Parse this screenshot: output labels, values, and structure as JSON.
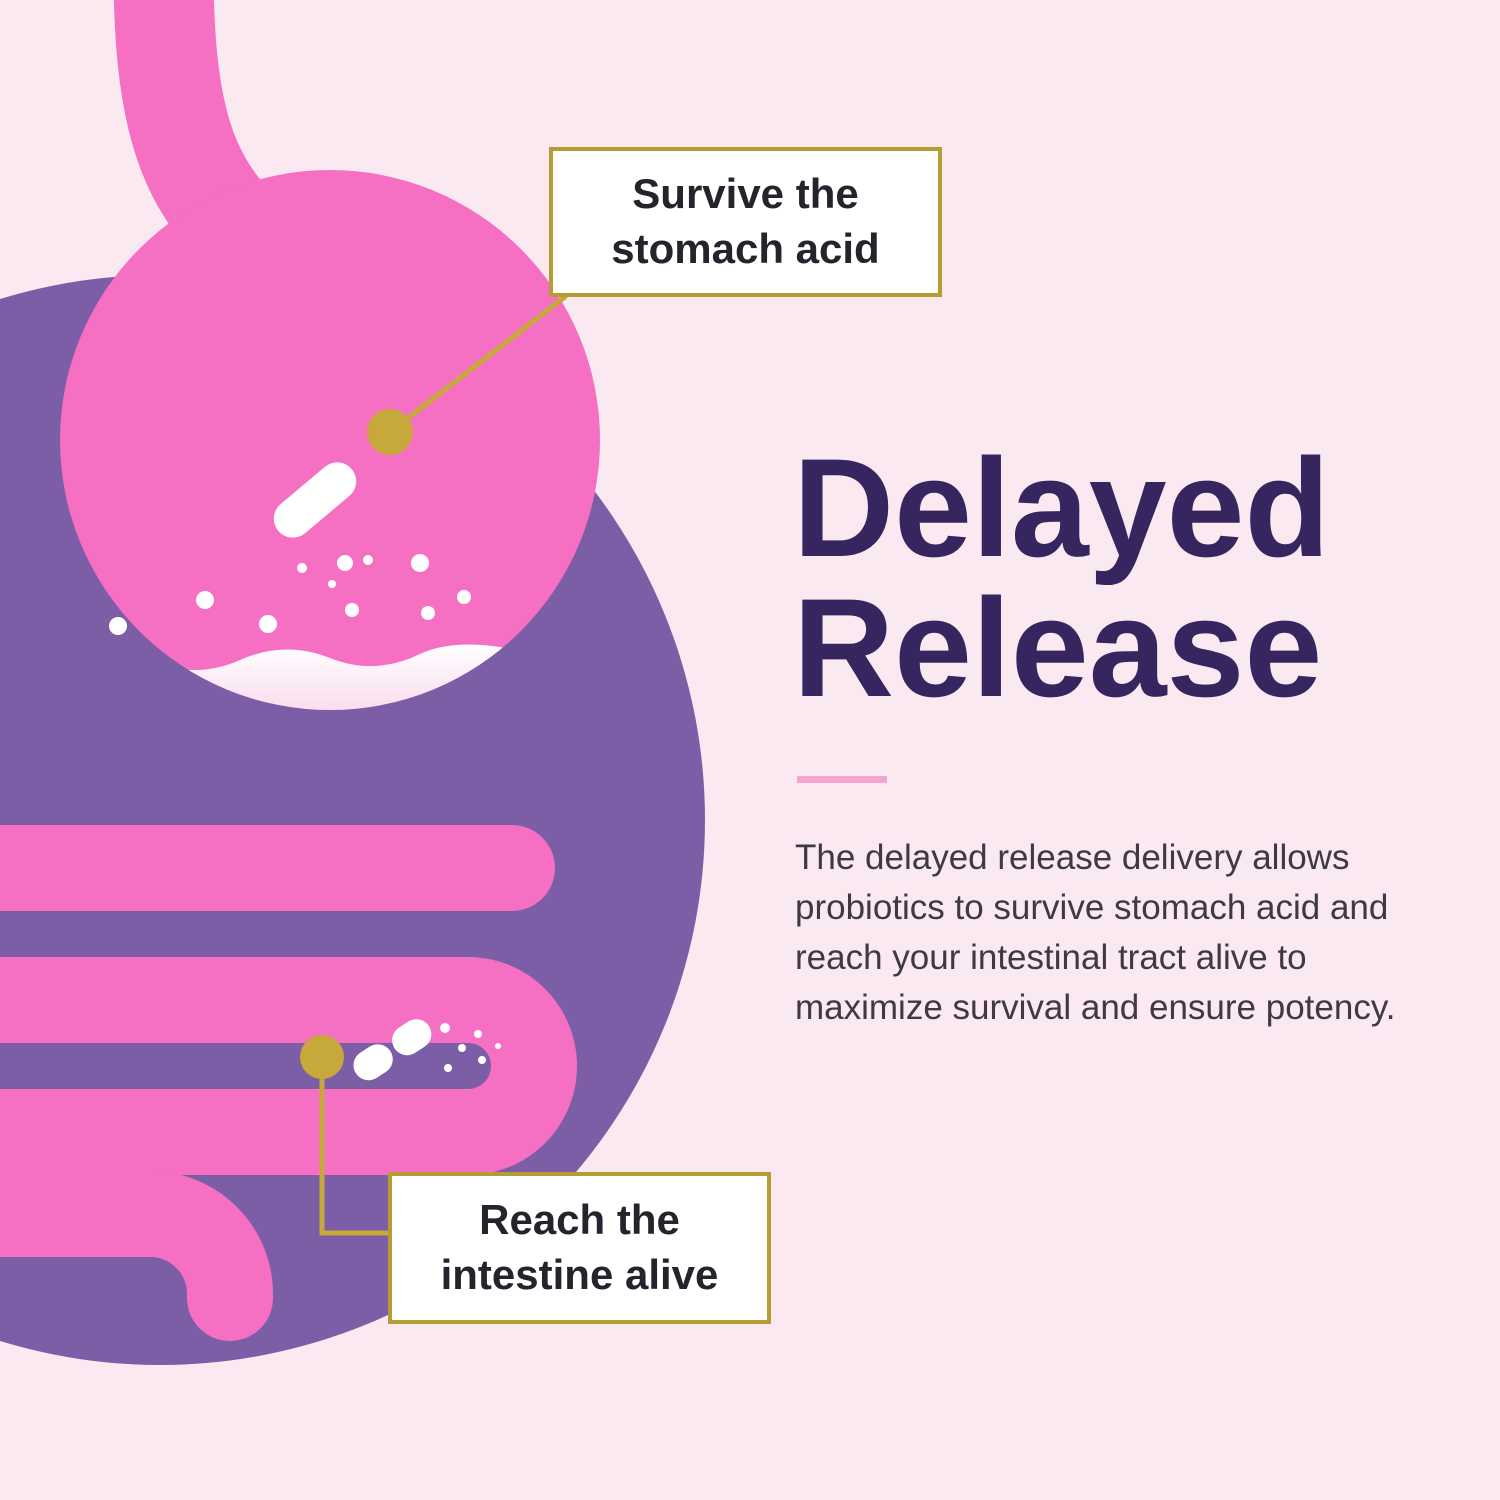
{
  "colors": {
    "background": "#fbe9f1",
    "blob_purple": "#7c5ea6",
    "pink": "#f56fc3",
    "gold_line": "#c7a83a",
    "gold_border": "#b59d33",
    "heading_purple": "#372560",
    "divider_pink": "#f4a6d0",
    "body_text": "#3f3845",
    "callout_text": "#25232b",
    "callout_bg": "#ffffff",
    "acid_white": "#ffffff"
  },
  "callouts": {
    "top": {
      "line1": "Survive the",
      "line2": "stomach acid"
    },
    "bottom": {
      "line1": "Reach the",
      "line2": "intestine alive"
    }
  },
  "heading": {
    "line1": "Delayed",
    "line2": "Release"
  },
  "body": {
    "paragraph": "The delayed release delivery allows probiotics to survive stomach acid and reach your intestinal tract alive to maximize survival and ensure potency."
  },
  "illustration": {
    "elements": [
      "purple-blob",
      "stomach",
      "esophagus",
      "stomach-acid",
      "acid-bubbles",
      "capsule-in-stomach",
      "intestines",
      "capsule-in-intestine",
      "callout-connector-top",
      "callout-connector-bottom"
    ]
  }
}
